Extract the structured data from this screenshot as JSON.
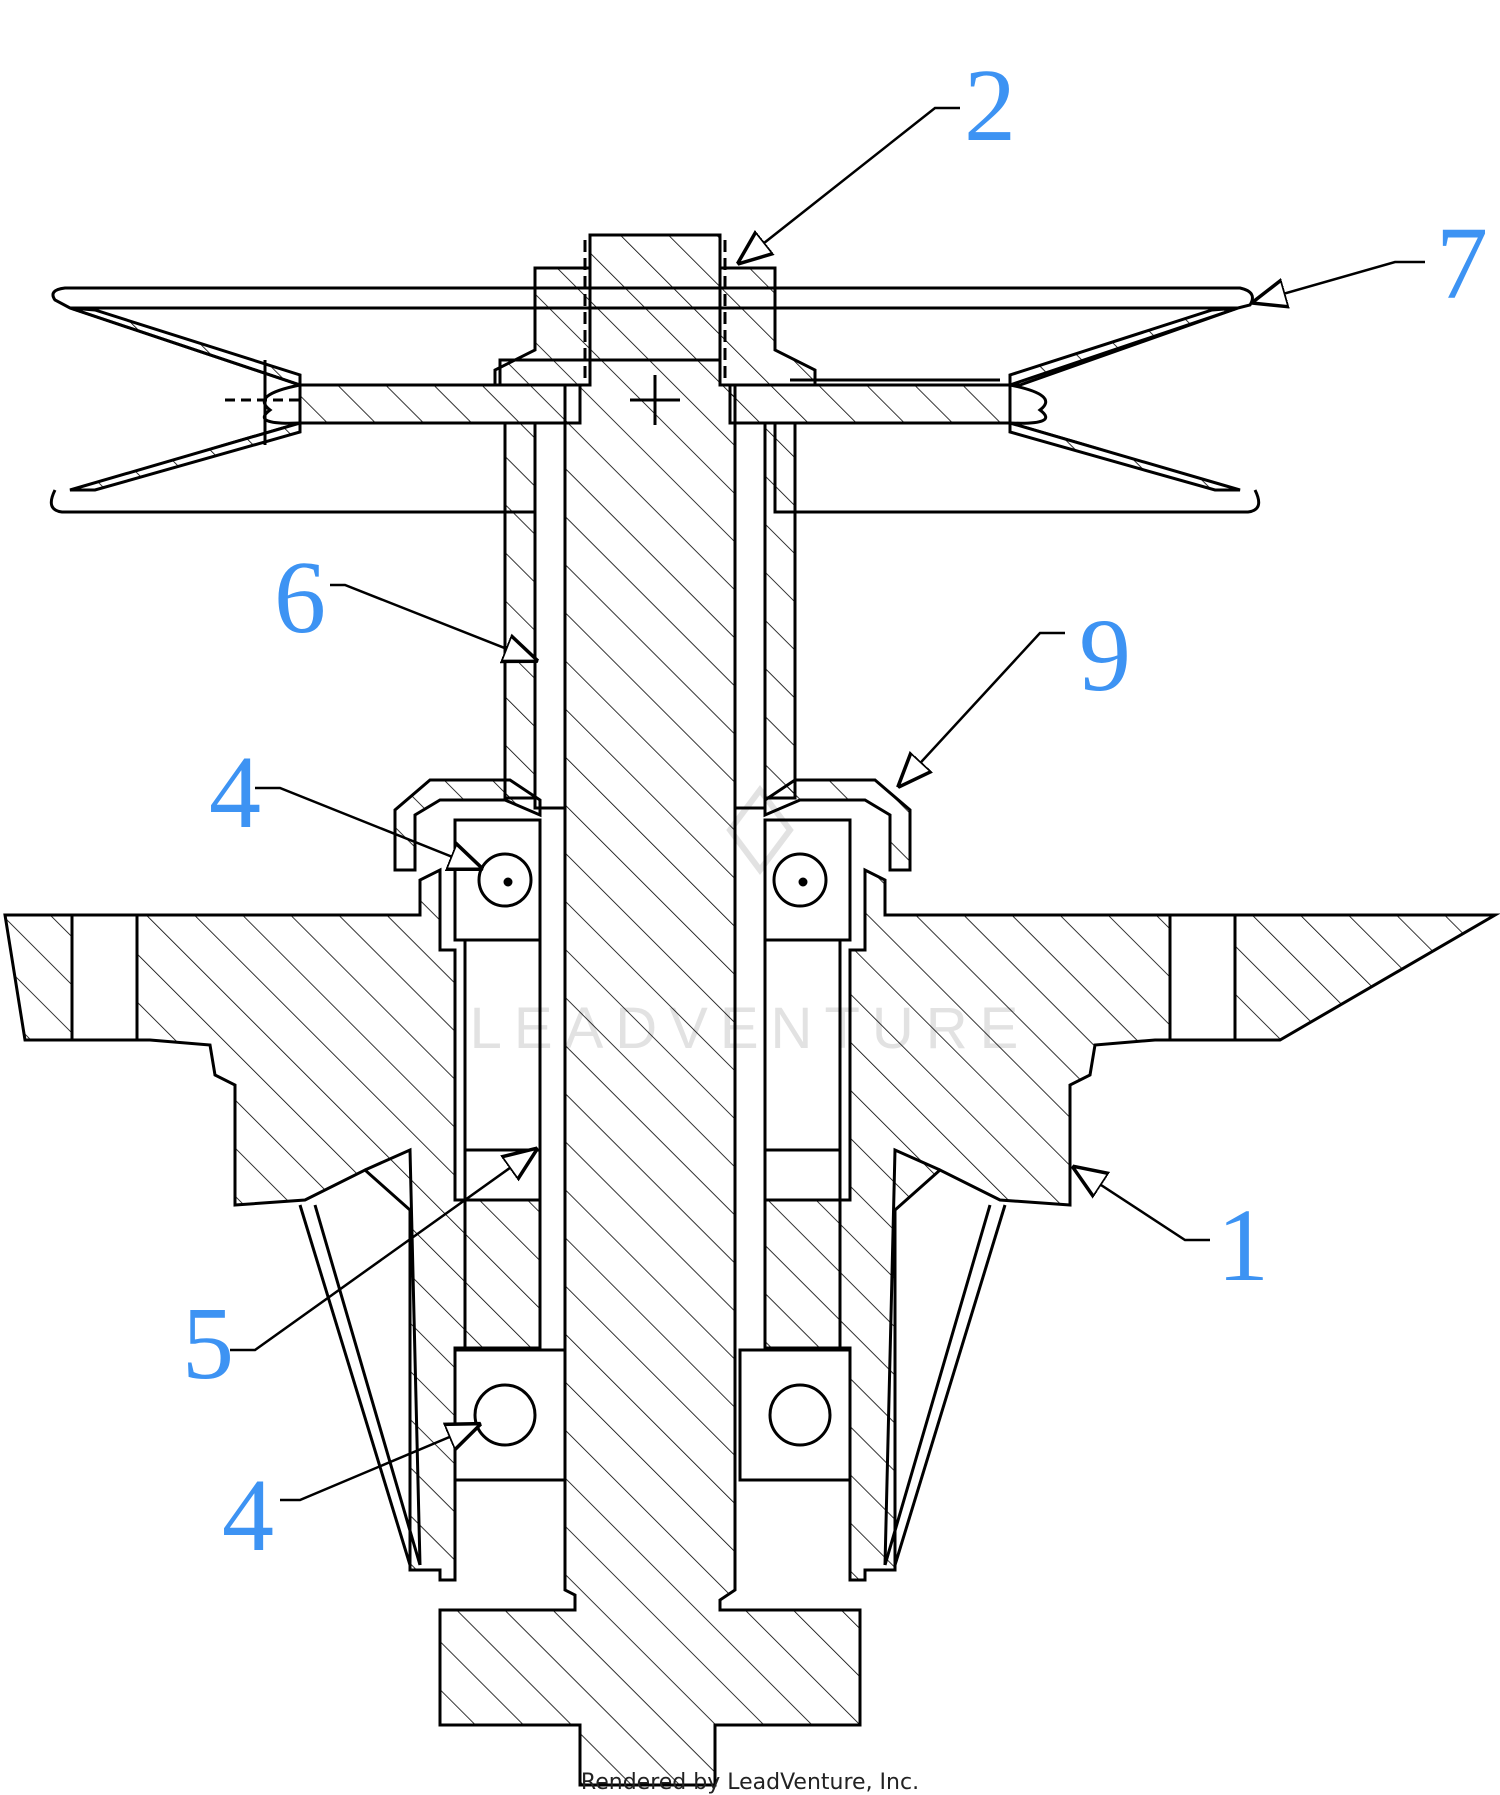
{
  "watermark": "LEADVENTURE",
  "footer": "Rendered by LeadVenture, Inc.",
  "colors": {
    "callout": "#3d93f3",
    "line": "#000000",
    "watermark": "#e2e2e2"
  },
  "callouts": [
    {
      "id": "2",
      "label": "2"
    },
    {
      "id": "7",
      "label": "7"
    },
    {
      "id": "6",
      "label": "6"
    },
    {
      "id": "9",
      "label": "9"
    },
    {
      "id": "4a",
      "label": "4"
    },
    {
      "id": "1",
      "label": "1"
    },
    {
      "id": "5",
      "label": "5"
    },
    {
      "id": "4b",
      "label": "4"
    }
  ]
}
